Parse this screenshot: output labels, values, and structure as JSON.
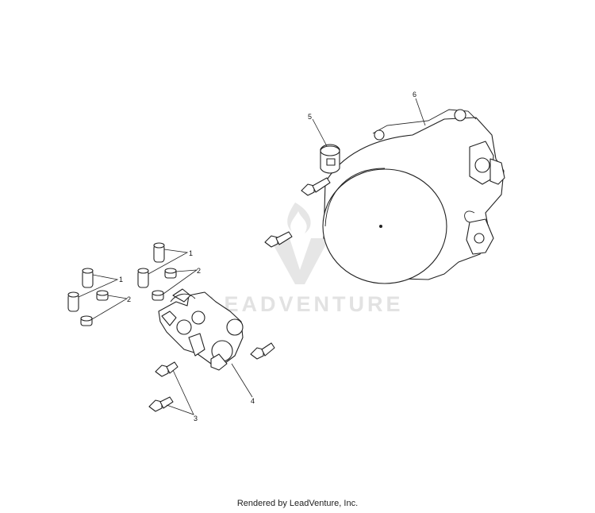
{
  "callouts": {
    "c1a": "1",
    "c1b": "1",
    "c2a": "2",
    "c2b": "2",
    "c3": "3",
    "c4": "4",
    "c5": "5",
    "c6": "6"
  },
  "watermark": {
    "text": "LEADVENTURE"
  },
  "footer": {
    "text": "Rendered by LeadVenture, Inc."
  }
}
